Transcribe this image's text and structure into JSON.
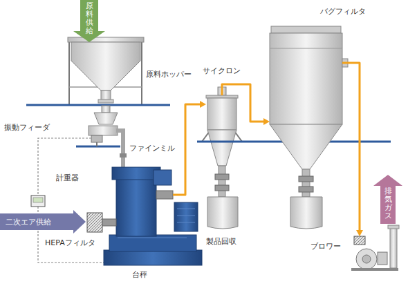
{
  "diagram": {
    "nodes": [
      {
        "text": [
          "原料供給"
        ]
      },
      {
        "text": [
          "ファインミル"
        ]
      },
      {
        "text": [
          "二次エア供給"
        ]
      },
      {
        "text": [
          "サイクロン"
        ]
      },
      {
        "text": [
          "バグフィルタ"
        ]
      },
      {
        "text": [
          "ブロワー"
        ]
      },
      {
        "text": [
          "排気ガス"
        ]
      }
    ],
    "edges": [
      {
        "from": 1,
        "to": 3,
        "arrow": "to"
      },
      {
        "from": 3,
        "to": 4,
        "arrow": "to"
      },
      {
        "from": 4,
        "to": 5,
        "arrow": "to"
      }
    ],
    "labels": [
      "原料ホッパー",
      "振動フィーダ",
      "計重器",
      "HEPAフィルタ",
      "台秤",
      "製品回収"
    ]
  }
}
